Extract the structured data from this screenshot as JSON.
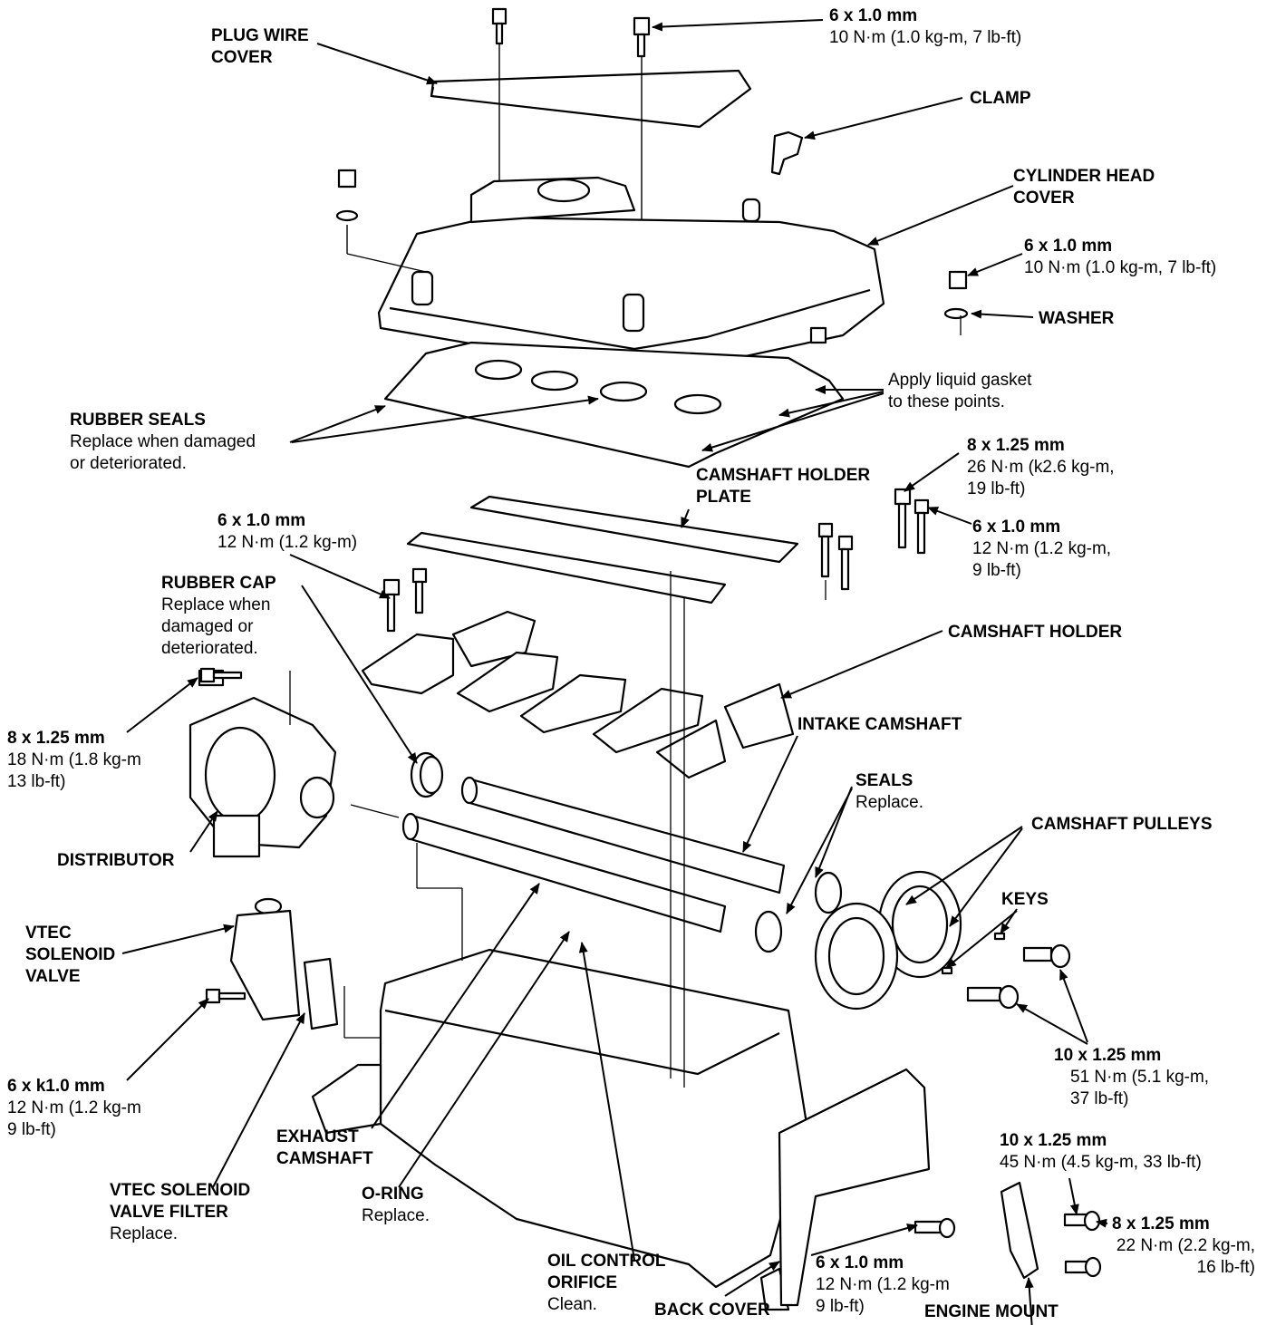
{
  "labels": {
    "plug_wire_cover": {
      "title": [
        "PLUG WIRE",
        "COVER"
      ],
      "detail": []
    },
    "bolt_top": {
      "title": [
        "6 x 1.0 mm"
      ],
      "detail": [
        "10 N·m (1.0 kg-m, 7 lb-ft)"
      ]
    },
    "clamp": {
      "title": [
        "CLAMP"
      ],
      "detail": []
    },
    "cylinder_head_cover": {
      "title": [
        "CYLINDER HEAD",
        "COVER"
      ],
      "detail": []
    },
    "nut_right": {
      "title": [
        "6 x 1.0 mm"
      ],
      "detail": [
        "10 N·m (1.0 kg-m, 7 lb-ft)"
      ]
    },
    "washer": {
      "title": [
        "WASHER"
      ],
      "detail": []
    },
    "liquid_gasket": {
      "title": [],
      "detail": [
        "Apply liquid gasket",
        "to these points."
      ]
    },
    "rubber_seals": {
      "title": [
        "RUBBER SEALS"
      ],
      "detail": [
        "Replace when damaged",
        "or deteriorated."
      ]
    },
    "bolt_8x125_holder": {
      "title": [
        "8 x 1.25 mm"
      ],
      "detail": [
        "26 N·m (k2.6 kg-m,",
        "19 lb-ft)"
      ]
    },
    "camshaft_holder_plate": {
      "title": [
        "CAMSHAFT HOLDER",
        "PLATE"
      ],
      "detail": []
    },
    "bolt_6x1_left": {
      "title": [
        "6 x 1.0 mm"
      ],
      "detail": [
        "12 N·m (1.2 kg-m)"
      ]
    },
    "bolt_6x1_right": {
      "title": [
        "6 x 1.0 mm"
      ],
      "detail": [
        "12 N·m (1.2 kg-m,",
        "9 lb-ft)"
      ]
    },
    "rubber_cap": {
      "title": [
        "RUBBER CAP"
      ],
      "detail": [
        "Replace when",
        "damaged or",
        "deteriorated."
      ]
    },
    "camshaft_holder": {
      "title": [
        "CAMSHAFT HOLDER"
      ],
      "detail": []
    },
    "bolt_distributor": {
      "title": [
        "8 x 1.25 mm"
      ],
      "detail": [
        "18 N·m (1.8 kg-m",
        "13 lb-ft)"
      ]
    },
    "intake_camshaft": {
      "title": [
        "INTAKE CAMSHAFT"
      ],
      "detail": []
    },
    "seals": {
      "title": [
        "SEALS"
      ],
      "detail": [
        "Replace."
      ]
    },
    "camshaft_pulleys": {
      "title": [
        "CAMSHAFT PULLEYS"
      ],
      "detail": []
    },
    "distributor": {
      "title": [
        "DISTRIBUTOR"
      ],
      "detail": []
    },
    "keys": {
      "title": [
        "KEYS"
      ],
      "detail": []
    },
    "vtec_solenoid_valve": {
      "title": [
        "VTEC",
        "SOLENOID",
        "VALVE"
      ],
      "detail": []
    },
    "bolt_pulley": {
      "title": [
        "10 x 1.25 mm"
      ],
      "detail": [
        "51 N·m (5.1 kg-m,",
        "37 lb-ft)"
      ]
    },
    "bolt_vtec": {
      "title": [
        "6 x k1.0 mm"
      ],
      "detail": [
        "12 N·m (1.2 kg-m",
        "9 lb-ft)"
      ]
    },
    "exhaust_camshaft": {
      "title": [
        "EXHAUST",
        "CAMSHAFT"
      ],
      "detail": []
    },
    "bolt_mount_10": {
      "title": [
        "10 x 1.25 mm"
      ],
      "detail": [
        "45 N·m (4.5 kg-m, 33 lb-ft)"
      ]
    },
    "vtec_filter": {
      "title": [
        "VTEC SOLENOID",
        "VALVE FILTER"
      ],
      "detail": [
        "Replace."
      ]
    },
    "o_ring": {
      "title": [
        "O-RING"
      ],
      "detail": [
        "Replace."
      ]
    },
    "bolt_mount_8": {
      "title": [
        "8 x 1.25 mm"
      ],
      "detail": [
        "22 N·m (2.2 kg-m,",
        "16 lb-ft)"
      ]
    },
    "oil_control_orifice": {
      "title": [
        "OIL CONTROL",
        "ORIFICE"
      ],
      "detail": [
        "Clean."
      ]
    },
    "bolt_back_cover": {
      "title": [
        "6 x 1.0 mm"
      ],
      "detail": [
        "12 N·m (1.2 kg-m",
        "9 lb-ft)"
      ]
    },
    "back_cover": {
      "title": [
        "BACK COVER"
      ],
      "detail": []
    },
    "engine_mount": {
      "title": [
        "ENGINE MOUNT"
      ],
      "detail": []
    }
  }
}
